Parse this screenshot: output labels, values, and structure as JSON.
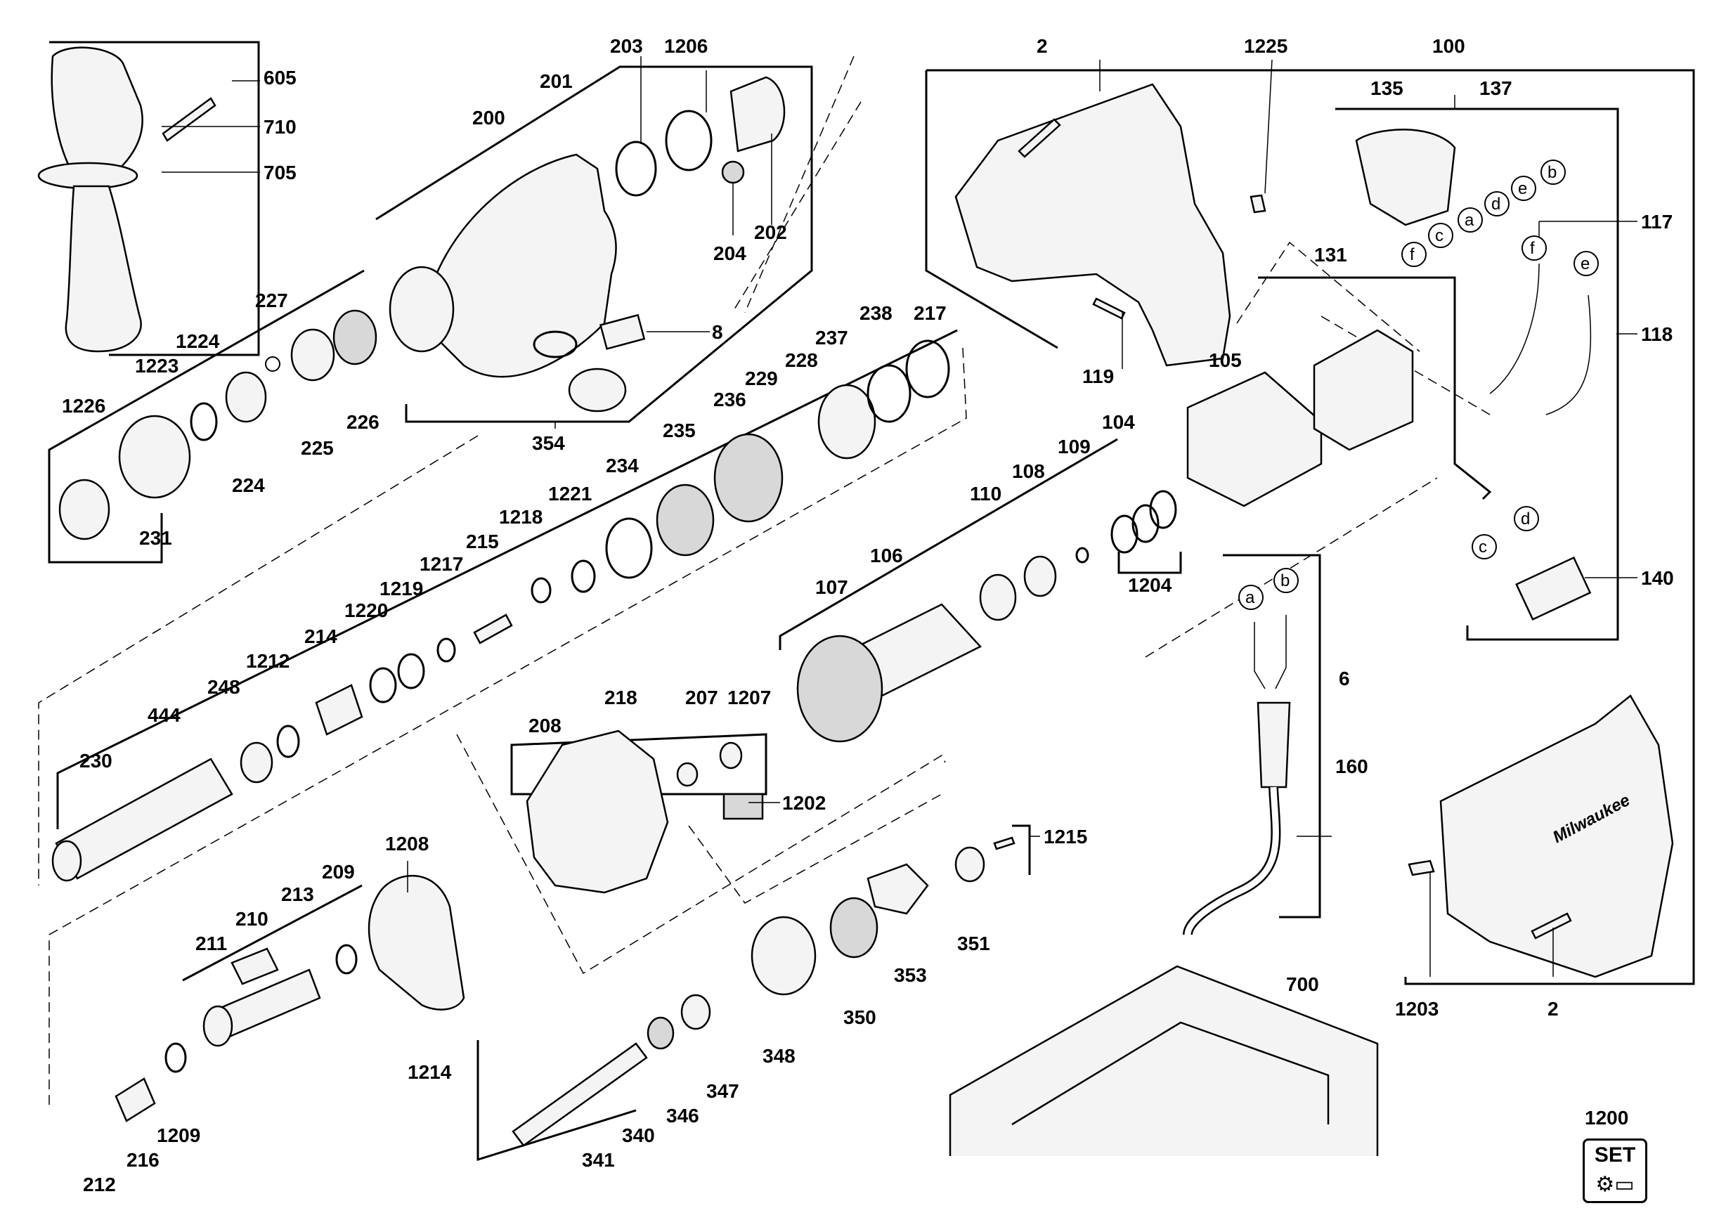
{
  "callouts": {
    "n605": "605",
    "n710": "710",
    "n705": "705",
    "n201": "201",
    "n203": "203",
    "n1206": "1206",
    "n200": "200",
    "n204": "204",
    "n202": "202",
    "n8": "8",
    "n354": "354",
    "n227": "227",
    "n1224": "1224",
    "n1223": "1223",
    "n1226": "1226",
    "n224": "224",
    "n225": "225",
    "n226": "226",
    "n231": "231",
    "n238": "238",
    "n217": "217",
    "n237": "237",
    "n228": "228",
    "n229": "229",
    "n236": "236",
    "n235": "235",
    "n234": "234",
    "n1221": "1221",
    "n1218": "1218",
    "n215": "215",
    "n1217": "1217",
    "n1219": "1219",
    "n1220": "1220",
    "n214": "214",
    "n1212": "1212",
    "n248": "248",
    "n444": "444",
    "n230": "230",
    "n2a": "2",
    "n1225": "1225",
    "n100": "100",
    "n119": "119",
    "n135": "135",
    "n137": "137",
    "n117": "117",
    "n118": "118",
    "n131": "131",
    "n105": "105",
    "n104": "104",
    "n109": "109",
    "n108": "108",
    "n110": "110",
    "n1204": "1204",
    "n106": "106",
    "n107": "107",
    "n140": "140",
    "n6": "6",
    "n160": "160",
    "n218": "218",
    "n207": "207",
    "n1207": "1207",
    "n208": "208",
    "n1202": "1202",
    "n1208": "1208",
    "n209": "209",
    "n213": "213",
    "n210": "210",
    "n211": "211",
    "n1209": "1209",
    "n216": "216",
    "n212": "212",
    "n1215": "1215",
    "n351": "351",
    "n353": "353",
    "n350": "350",
    "n348": "348",
    "n347": "347",
    "n346": "346",
    "n340": "340",
    "n341": "341",
    "n1214": "1214",
    "n700": "700",
    "n1203": "1203",
    "n2b": "2",
    "n1200": "1200"
  },
  "wire_tags": {
    "switch": [
      "b",
      "e",
      "d",
      "a",
      "c",
      "f"
    ],
    "lead_117": "f",
    "lead_118": "e",
    "cord": [
      "a",
      "b"
    ],
    "suppressor": [
      "c",
      "d"
    ]
  },
  "brand_text": "Milwaukee",
  "set_badge": {
    "text": "SET",
    "icons": "⚙▭"
  }
}
